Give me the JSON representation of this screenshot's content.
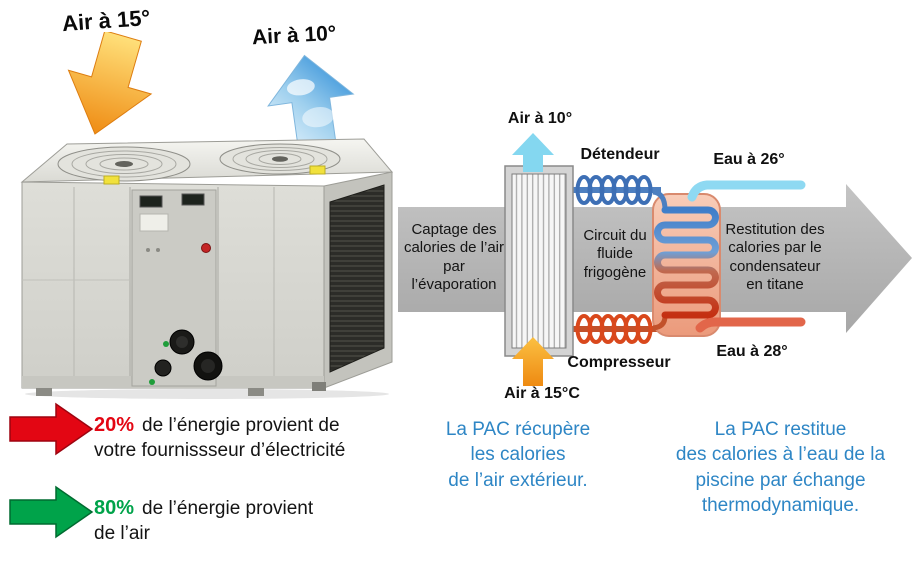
{
  "colors": {
    "caption_blue": "#2e86c5",
    "electricity_red": "#e30613",
    "air_green": "#00a34a",
    "warm_air_orange": "#ef8c14",
    "cold_air_blue": "#84d7f0",
    "process_arrow_gray": "#b1b1b1"
  },
  "left_panel": {
    "air_hot_label": "Air à 15°",
    "air_cold_label": "Air à 10°",
    "stats": [
      {
        "pct": "20%",
        "text": "de l’énergie provient de\nvotre fournissseur d’électricité"
      },
      {
        "pct": "80%",
        "text": "de l’énergie provient\nde l’air"
      }
    ]
  },
  "diagram": {
    "air_out_label": "Air à 10°",
    "detendeur_label": "Détendeur",
    "eau_in_label": "Eau à 26°",
    "stage_captage": "Captage des\ncalories de l’air\npar\nl’évaporation",
    "stage_circuit": "Circuit du\nfluide\nfrigogène",
    "stage_restitution": "Restitution des\ncalories par le\ncondensateur\nen titane",
    "compresseur_label": "Compresseur",
    "eau_out_label": "Eau à 28°",
    "air_in_label": "Air à 15°C",
    "caption_left": "La PAC récupère\nles calories\nde l’air extérieur.",
    "caption_right": "La PAC restitue\ndes calories à l’eau de la\npiscine par échange\nthermodynamique."
  }
}
